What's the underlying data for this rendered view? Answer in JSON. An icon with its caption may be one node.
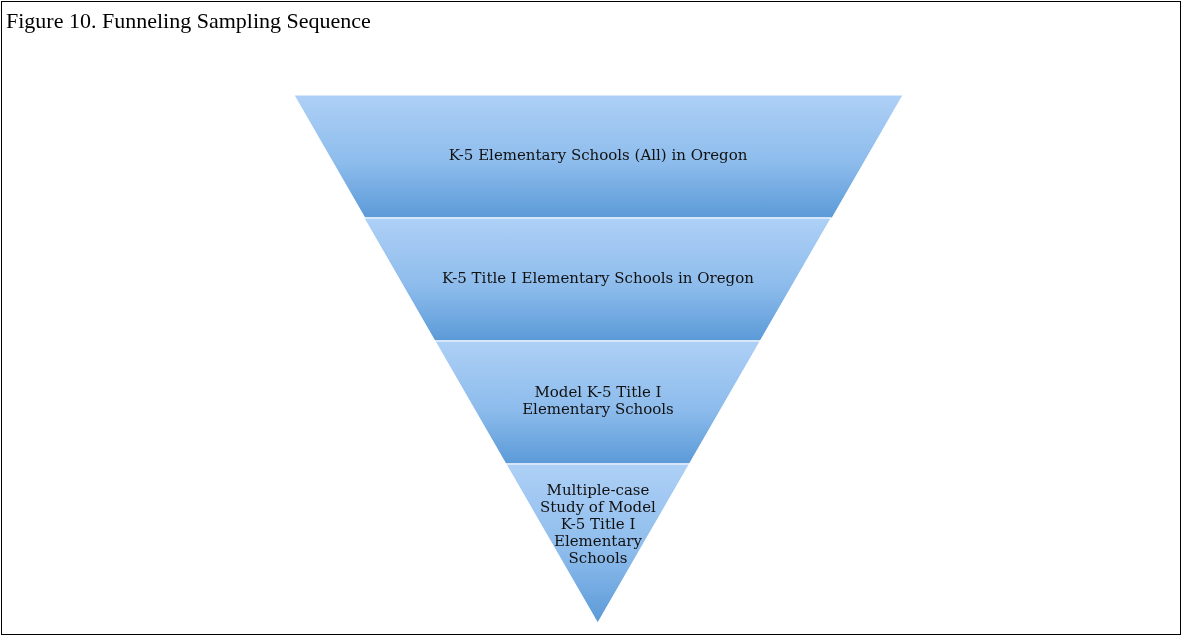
{
  "diagram": {
    "title": "Figure 10. Funneling Sampling Sequence",
    "nodes": [
      {
        "text": [
          "K-5 Elementary Schools (All) in Oregon"
        ]
      },
      {
        "text": [
          "K-5 Title I Elementary Schools in Oregon"
        ]
      },
      {
        "text": [
          "Model K-5 Title I Elementary Schools"
        ]
      },
      {
        "text": [
          "Multiple-case Study of Model K-5 Title I Elementary Schools"
        ]
      }
    ]
  }
}
